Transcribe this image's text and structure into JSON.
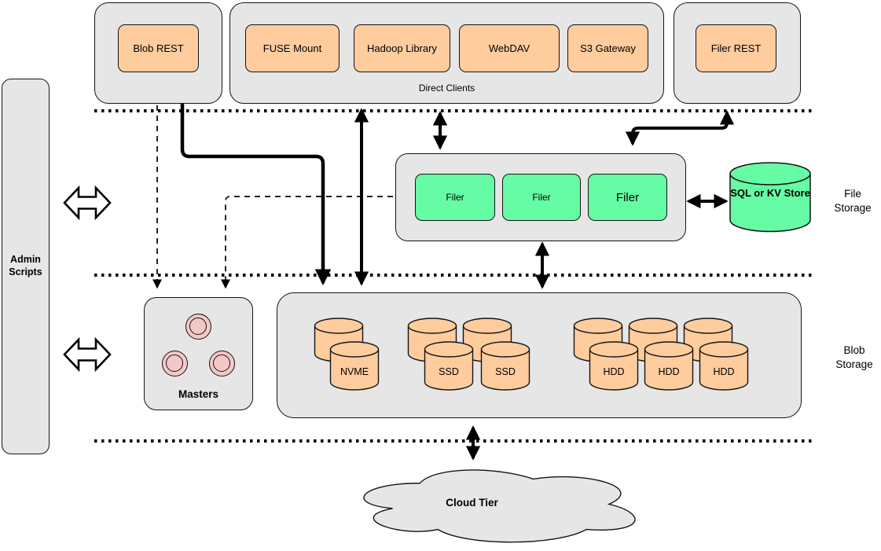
{
  "admin": {
    "label": "Admin Scripts"
  },
  "top_row": {
    "blob_rest_label": "Blob REST",
    "direct_clients": {
      "label": "Direct Clients",
      "items": [
        "FUSE Mount",
        "Hadoop Library",
        "WebDAV",
        "S3 Gateway"
      ]
    },
    "filer_rest_label": "Filer REST"
  },
  "file_storage": {
    "section_label": "File Storage",
    "filers": [
      "Filer",
      "Filer",
      "Filer"
    ],
    "store_label": "SQL or KV Store"
  },
  "blob_storage": {
    "section_label": "Blob Storage",
    "masters_label": "Masters",
    "volumes": [
      "NVME",
      "SSD",
      "SSD",
      "HDD",
      "HDD",
      "HDD"
    ]
  },
  "cloud_label": "Cloud Tier",
  "colors": {
    "container_fill": "#e6e6e6",
    "node_orange": "#ffcc9e",
    "node_green": "#66fba5",
    "master_pink": "#f5c8c8",
    "stroke": "#000000"
  }
}
